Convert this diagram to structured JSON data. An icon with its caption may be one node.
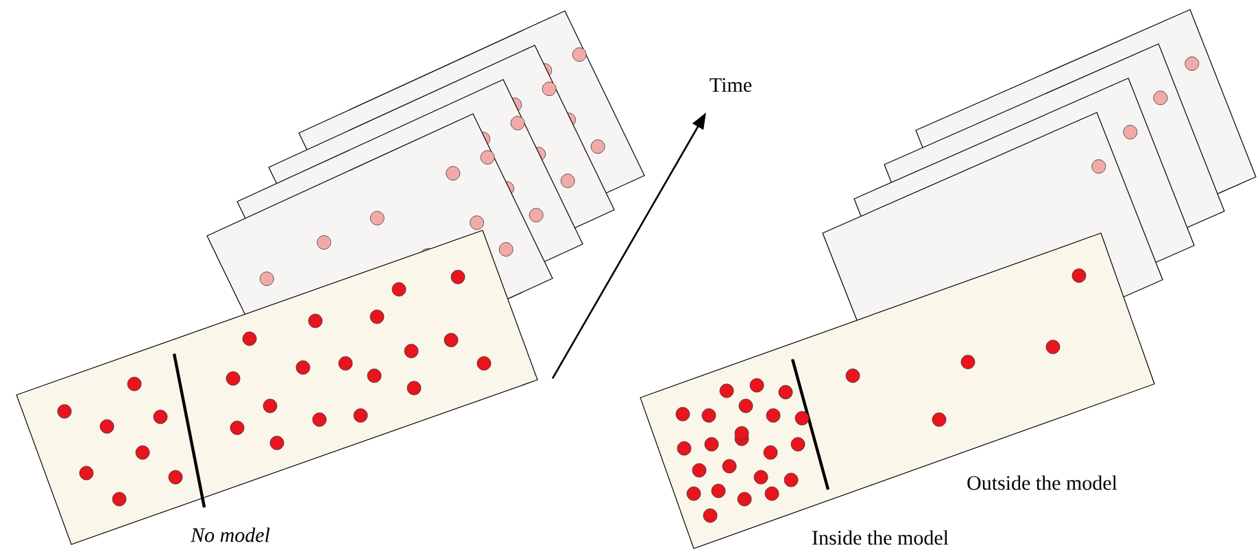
{
  "diagram": {
    "labels": [
      "Time",
      "Outside the model",
      "No model",
      "Inside the model"
    ]
  }
}
